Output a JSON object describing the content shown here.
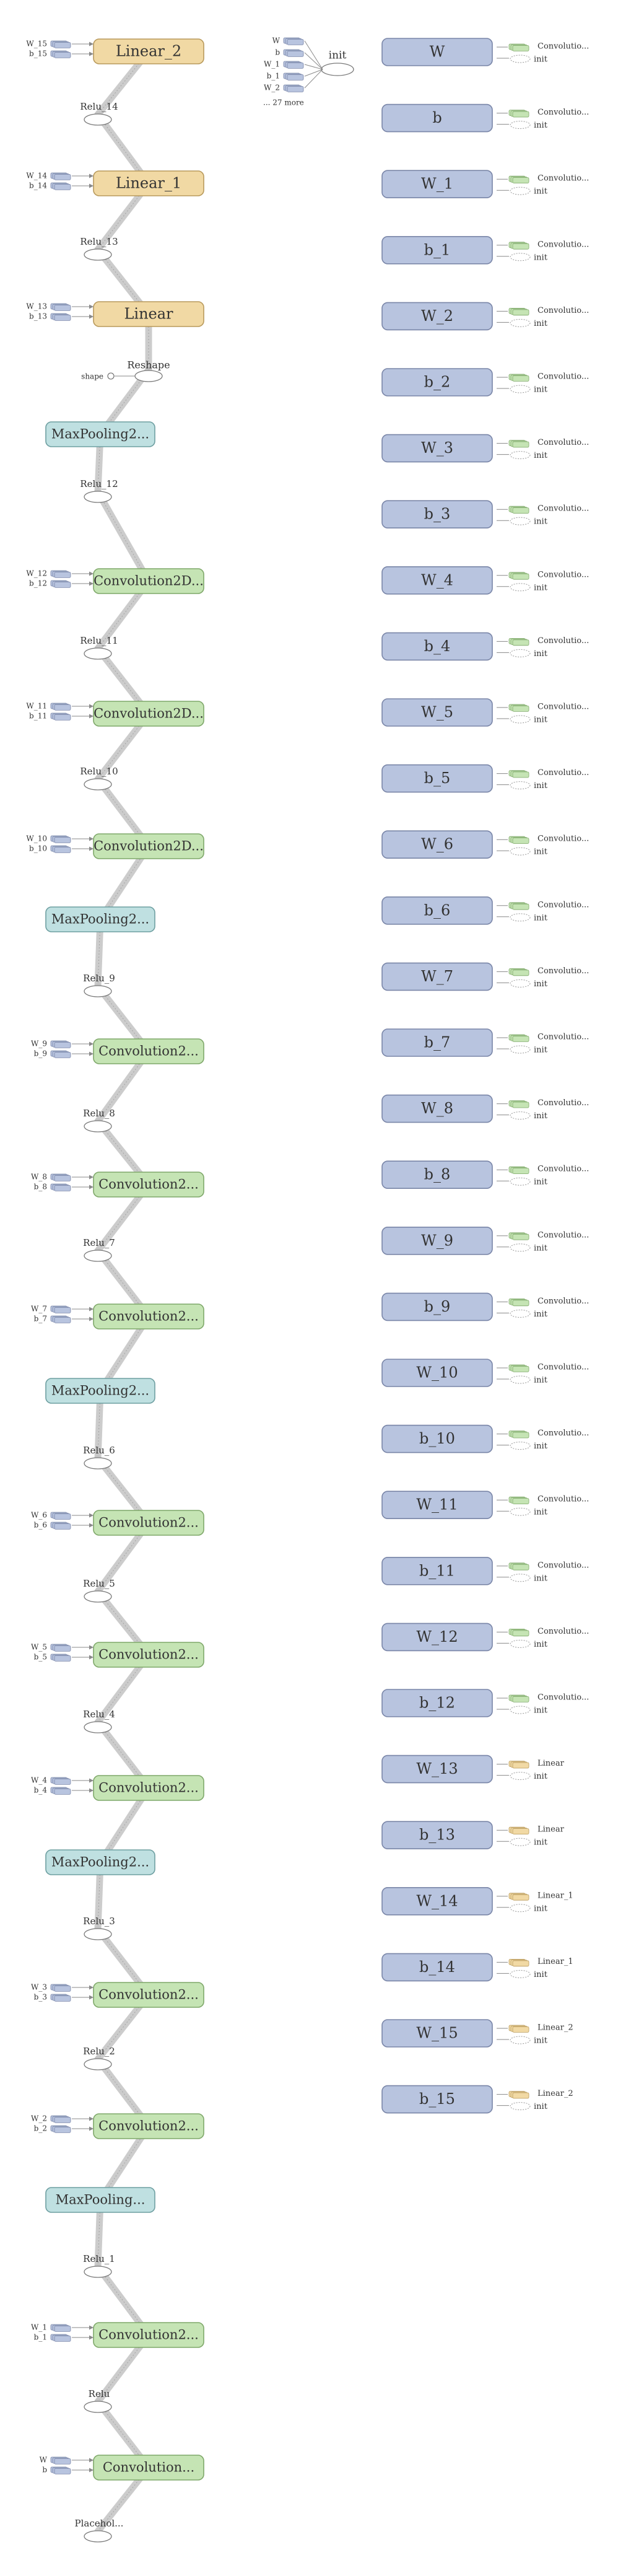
{
  "colors": {
    "linear": "#f1d9a4",
    "linear_stroke": "#b99a5c",
    "conv": "#c5e4b4",
    "conv_stroke": "#7fa86a",
    "pool": "#bfe0e1",
    "pool_stroke": "#6e9fa1",
    "var": "#b8c4df",
    "var_stroke": "#7a86a8",
    "edge": "#c4c4c4",
    "ellipse_stroke": "#7a7a7a"
  },
  "main_chain": [
    {
      "kind": "linear",
      "label": "Linear_2",
      "in_labels": [
        "W_15",
        "b_15"
      ]
    },
    {
      "kind": "relu",
      "label": "Relu_14"
    },
    {
      "kind": "linear",
      "label": "Linear_1",
      "in_labels": [
        "W_14",
        "b_14"
      ]
    },
    {
      "kind": "relu",
      "label": "Relu_13"
    },
    {
      "kind": "linear",
      "label": "Linear",
      "in_labels": [
        "W_13",
        "b_13"
      ]
    },
    {
      "kind": "reshape",
      "label": "Reshape",
      "shape_label": "shape"
    },
    {
      "kind": "pool",
      "label": "MaxPooling2..."
    },
    {
      "kind": "relu",
      "label": "Relu_12"
    },
    {
      "kind": "conv",
      "label": "Convolution2D...",
      "in_labels": [
        "W_12",
        "b_12"
      ]
    },
    {
      "kind": "relu",
      "label": "Relu_11"
    },
    {
      "kind": "conv",
      "label": "Convolution2D...",
      "in_labels": [
        "W_11",
        "b_11"
      ]
    },
    {
      "kind": "relu",
      "label": "Relu_10"
    },
    {
      "kind": "conv",
      "label": "Convolution2D...",
      "in_labels": [
        "W_10",
        "b_10"
      ]
    },
    {
      "kind": "pool",
      "label": "MaxPooling2..."
    },
    {
      "kind": "relu",
      "label": "Relu_9"
    },
    {
      "kind": "conv",
      "label": "Convolution2...",
      "in_labels": [
        "W_9",
        "b_9"
      ]
    },
    {
      "kind": "relu",
      "label": "Relu_8"
    },
    {
      "kind": "conv",
      "label": "Convolution2...",
      "in_labels": [
        "W_8",
        "b_8"
      ]
    },
    {
      "kind": "relu",
      "label": "Relu_7"
    },
    {
      "kind": "conv",
      "label": "Convolution2...",
      "in_labels": [
        "W_7",
        "b_7"
      ]
    },
    {
      "kind": "pool",
      "label": "MaxPooling2..."
    },
    {
      "kind": "relu",
      "label": "Relu_6"
    },
    {
      "kind": "conv",
      "label": "Convolution2...",
      "in_labels": [
        "W_6",
        "b_6"
      ]
    },
    {
      "kind": "relu",
      "label": "Relu_5"
    },
    {
      "kind": "conv",
      "label": "Convolution2...",
      "in_labels": [
        "W_5",
        "b_5"
      ]
    },
    {
      "kind": "relu",
      "label": "Relu_4"
    },
    {
      "kind": "conv",
      "label": "Convolution2...",
      "in_labels": [
        "W_4",
        "b_4"
      ]
    },
    {
      "kind": "pool",
      "label": "MaxPooling2..."
    },
    {
      "kind": "relu",
      "label": "Relu_3"
    },
    {
      "kind": "conv",
      "label": "Convolution2...",
      "in_labels": [
        "W_3",
        "b_3"
      ]
    },
    {
      "kind": "relu",
      "label": "Relu_2"
    },
    {
      "kind": "conv",
      "label": "Convolution2...",
      "in_labels": [
        "W_2",
        "b_2"
      ]
    },
    {
      "kind": "pool",
      "label": "MaxPooling..."
    },
    {
      "kind": "relu",
      "label": "Relu_1"
    },
    {
      "kind": "conv",
      "label": "Convolution2...",
      "in_labels": [
        "W_1",
        "b_1"
      ]
    },
    {
      "kind": "relu",
      "label": "Relu"
    },
    {
      "kind": "conv",
      "label": "Convolution...",
      "in_labels": [
        "W",
        "b"
      ]
    },
    {
      "kind": "placeholder",
      "label": "Placehol..."
    }
  ],
  "init_node": {
    "label": "init",
    "in_labels": [
      "W",
      "b",
      "W_1",
      "b_1",
      "W_2"
    ],
    "more_label": "... 27 more"
  },
  "variables": [
    {
      "label": "W",
      "consumer": "Convolutio...",
      "consumer_kind": "conv",
      "init_label": "init"
    },
    {
      "label": "b",
      "consumer": "Convolutio...",
      "consumer_kind": "conv",
      "init_label": "init"
    },
    {
      "label": "W_1",
      "consumer": "Convolutio...",
      "consumer_kind": "conv",
      "init_label": "init"
    },
    {
      "label": "b_1",
      "consumer": "Convolutio...",
      "consumer_kind": "conv",
      "init_label": "init"
    },
    {
      "label": "W_2",
      "consumer": "Convolutio...",
      "consumer_kind": "conv",
      "init_label": "init"
    },
    {
      "label": "b_2",
      "consumer": "Convolutio...",
      "consumer_kind": "conv",
      "init_label": "init"
    },
    {
      "label": "W_3",
      "consumer": "Convolutio...",
      "consumer_kind": "conv",
      "init_label": "init"
    },
    {
      "label": "b_3",
      "consumer": "Convolutio...",
      "consumer_kind": "conv",
      "init_label": "init"
    },
    {
      "label": "W_4",
      "consumer": "Convolutio...",
      "consumer_kind": "conv",
      "init_label": "init"
    },
    {
      "label": "b_4",
      "consumer": "Convolutio...",
      "consumer_kind": "conv",
      "init_label": "init"
    },
    {
      "label": "W_5",
      "consumer": "Convolutio...",
      "consumer_kind": "conv",
      "init_label": "init"
    },
    {
      "label": "b_5",
      "consumer": "Convolutio...",
      "consumer_kind": "conv",
      "init_label": "init"
    },
    {
      "label": "W_6",
      "consumer": "Convolutio...",
      "consumer_kind": "conv",
      "init_label": "init"
    },
    {
      "label": "b_6",
      "consumer": "Convolutio...",
      "consumer_kind": "conv",
      "init_label": "init"
    },
    {
      "label": "W_7",
      "consumer": "Convolutio...",
      "consumer_kind": "conv",
      "init_label": "init"
    },
    {
      "label": "b_7",
      "consumer": "Convolutio...",
      "consumer_kind": "conv",
      "init_label": "init"
    },
    {
      "label": "W_8",
      "consumer": "Convolutio...",
      "consumer_kind": "conv",
      "init_label": "init"
    },
    {
      "label": "b_8",
      "consumer": "Convolutio...",
      "consumer_kind": "conv",
      "init_label": "init"
    },
    {
      "label": "W_9",
      "consumer": "Convolutio...",
      "consumer_kind": "conv",
      "init_label": "init"
    },
    {
      "label": "b_9",
      "consumer": "Convolutio...",
      "consumer_kind": "conv",
      "init_label": "init"
    },
    {
      "label": "W_10",
      "consumer": "Convolutio...",
      "consumer_kind": "conv",
      "init_label": "init"
    },
    {
      "label": "b_10",
      "consumer": "Convolutio...",
      "consumer_kind": "conv",
      "init_label": "init"
    },
    {
      "label": "W_11",
      "consumer": "Convolutio...",
      "consumer_kind": "conv",
      "init_label": "init"
    },
    {
      "label": "b_11",
      "consumer": "Convolutio...",
      "consumer_kind": "conv",
      "init_label": "init"
    },
    {
      "label": "W_12",
      "consumer": "Convolutio...",
      "consumer_kind": "conv",
      "init_label": "init"
    },
    {
      "label": "b_12",
      "consumer": "Convolutio...",
      "consumer_kind": "conv",
      "init_label": "init"
    },
    {
      "label": "W_13",
      "consumer": "Linear",
      "consumer_kind": "linear",
      "init_label": "init"
    },
    {
      "label": "b_13",
      "consumer": "Linear",
      "consumer_kind": "linear",
      "init_label": "init"
    },
    {
      "label": "W_14",
      "consumer": "Linear_1",
      "consumer_kind": "linear",
      "init_label": "init"
    },
    {
      "label": "b_14",
      "consumer": "Linear_1",
      "consumer_kind": "linear",
      "init_label": "init"
    },
    {
      "label": "W_15",
      "consumer": "Linear_2",
      "consumer_kind": "linear",
      "init_label": "init"
    },
    {
      "label": "b_15",
      "consumer": "Linear_2",
      "consumer_kind": "linear",
      "init_label": "init"
    }
  ]
}
